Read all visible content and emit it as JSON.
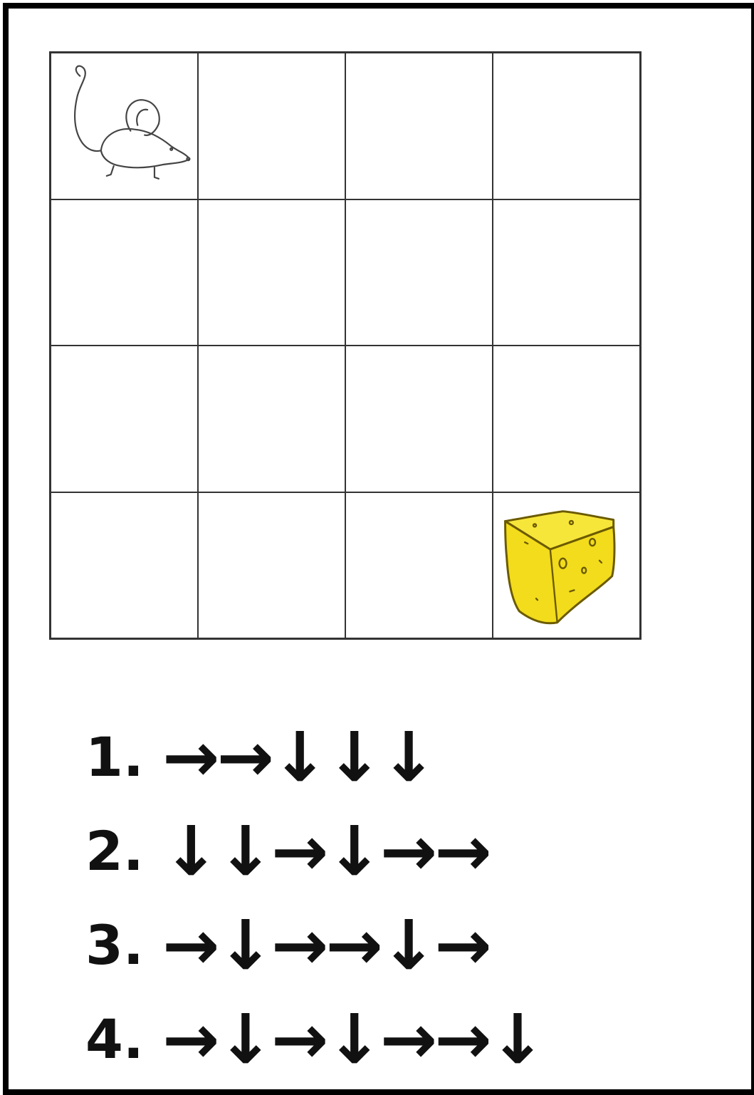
{
  "puzzle": {
    "grid": {
      "rows": 4,
      "cols": 4,
      "start": {
        "row": 1,
        "col": 1,
        "icon": "mouse-icon"
      },
      "goal": {
        "row": 4,
        "col": 4,
        "icon": "cheese-icon"
      }
    },
    "colors": {
      "cheese_fill": "#f2dc1c",
      "cheese_outline": "#6b5a00",
      "line": "#333333",
      "text": "#111111"
    },
    "options": [
      {
        "number": "1.",
        "arrows": "→→↓↓↓"
      },
      {
        "number": "2.",
        "arrows": "↓↓→↓→→"
      },
      {
        "number": "3.",
        "arrows": "→↓→→↓→"
      },
      {
        "number": "4.",
        "arrows": "→↓→↓→→↓"
      }
    ]
  }
}
